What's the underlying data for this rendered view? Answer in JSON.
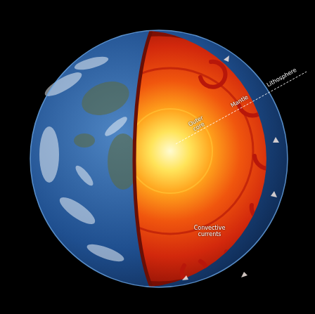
{
  "diagram": {
    "labels": [
      "Lithosphere",
      "Mantle",
      "Outer core",
      "Convective currents"
    ]
  }
}
